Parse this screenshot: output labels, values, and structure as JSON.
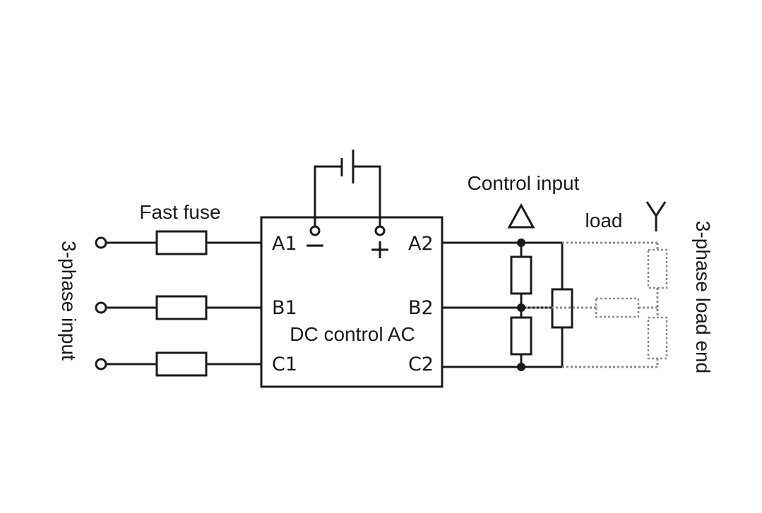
{
  "labels": {
    "fast_fuse": "Fast fuse",
    "three_phase_input": "3-phase input",
    "ssr_body": "DC control AC",
    "control_input": "Control input",
    "load": "load",
    "three_phase_load_end": "3-phase load end"
  },
  "terminals": {
    "a1": "A1",
    "b1": "B1",
    "c1": "C1",
    "a2": "A2",
    "b2": "B2",
    "c2": "C2",
    "minus": "−",
    "plus": "+"
  },
  "symbols": {
    "delta": "delta-connection-icon",
    "wye": "wye-connection-icon"
  },
  "colors": {
    "line": "#1a1a1a",
    "dotted": "#8a8a8a",
    "background": "#ffffff"
  }
}
